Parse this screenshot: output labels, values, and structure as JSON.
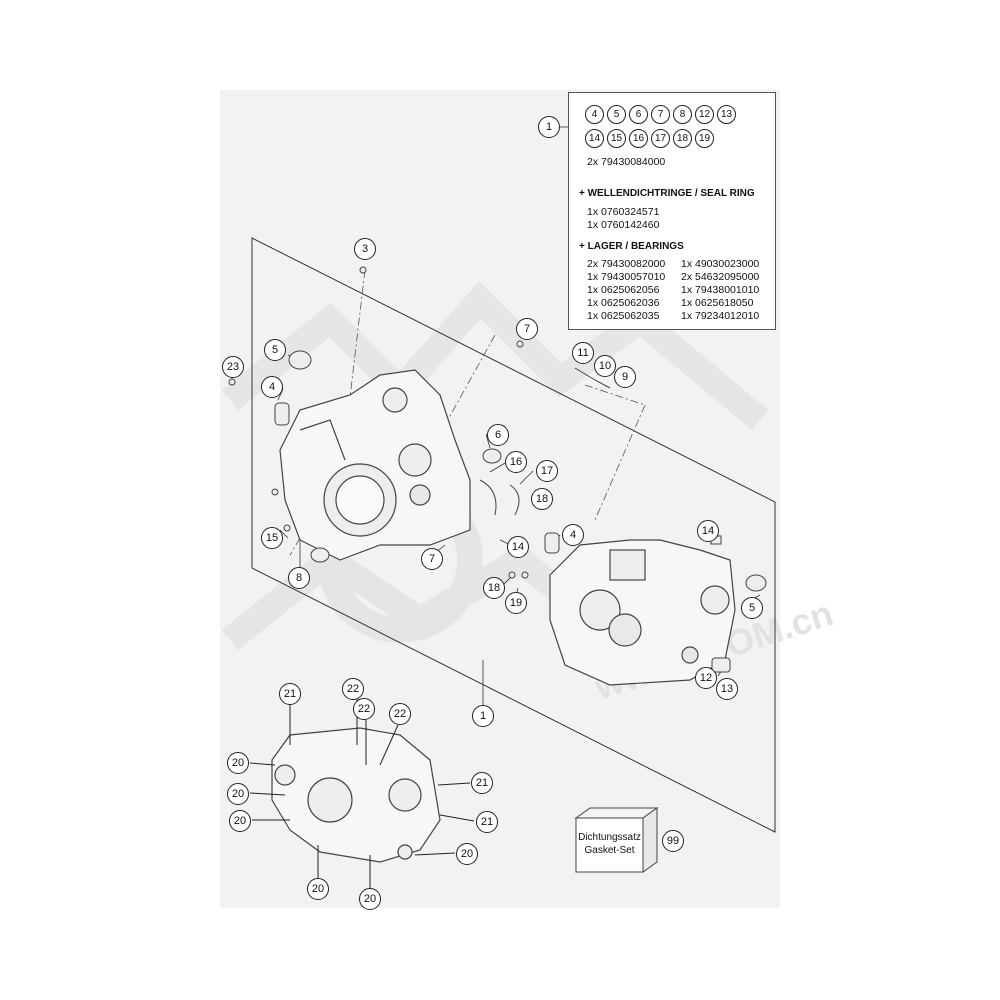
{
  "parts_box": {
    "kit_items_row1": [
      "4",
      "5",
      "6",
      "7",
      "8",
      "12",
      "13"
    ],
    "kit_items_row2": [
      "14",
      "15",
      "16",
      "17",
      "18",
      "19"
    ],
    "kit_part": "2x 79430084000",
    "seal_heading": "+ WELLENDICHTRINGE /  SEAL RING",
    "seal_parts": [
      "1x 0760324571",
      "1x 0760142460"
    ],
    "bearing_heading": "+ LAGER / BEARINGS",
    "bearings_left": [
      "2x 79430082000",
      "1x 79430057010",
      "1x 0625062056",
      "1x 0625062036",
      "1x 0625062035"
    ],
    "bearings_right": [
      "1x 49030023000",
      "2x 54632095000",
      "1x 79438001010",
      "1x 0625618050",
      "1x 79234012010"
    ]
  },
  "gasket_set": {
    "label_de": "Dichtungssatz",
    "label_en": "Gasket-Set",
    "ref": "99"
  },
  "callouts": {
    "c1_box": "1",
    "c1_bottom": "1",
    "c3": "3",
    "c5_left": "5",
    "c23": "23",
    "c4_left": "4",
    "c7_top": "7",
    "c11": "11",
    "c10": "10",
    "c9": "9",
    "c6": "6",
    "c16": "16",
    "c17": "17",
    "c18_top": "18",
    "c15": "15",
    "c8": "8",
    "c7_bottom": "7",
    "c14_mid": "14",
    "c4_right": "4",
    "c14_right": "14",
    "c18_bottom": "18",
    "c19": "19",
    "c5_right": "5",
    "c12": "12",
    "c13": "13",
    "c21_a": "21",
    "c22_a": "22",
    "c22_b": "22",
    "c22_c": "22",
    "c20_a": "20",
    "c20_b": "20",
    "c20_c": "20",
    "c21_b": "21",
    "c21_c": "21",
    "c20_d": "20",
    "c20_e": "20",
    "c20_f": "20"
  },
  "watermark": "www.ATOM.cn",
  "colors": {
    "ink": "#222222",
    "panel": "#f2f2f2",
    "watermark": "#e6e6e6"
  }
}
